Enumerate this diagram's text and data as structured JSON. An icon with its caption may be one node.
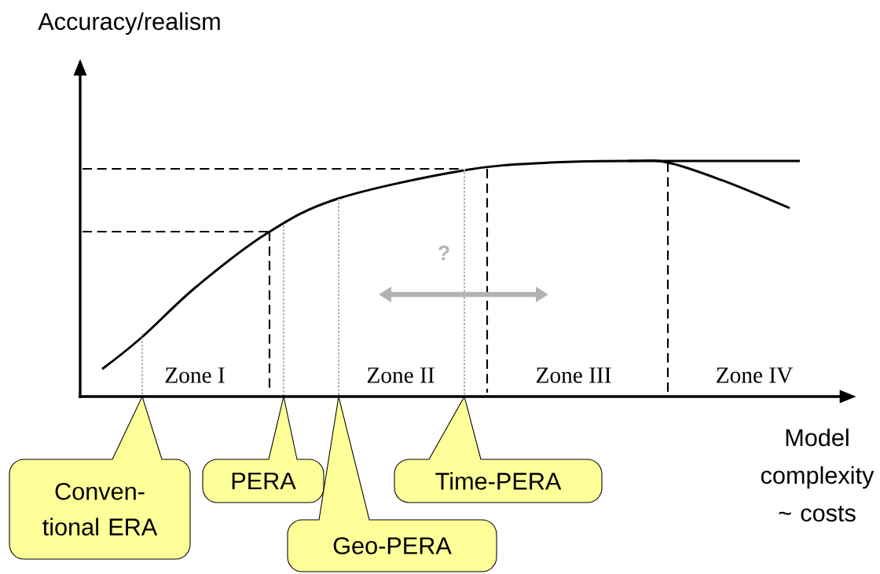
{
  "diagram": {
    "nodes": [
      {
        "text": [
          "Conven- tional ERA"
        ]
      },
      {
        "text": [
          "PERA"
        ]
      },
      {
        "text": [
          "Geo-PERA"
        ]
      },
      {
        "text": [
          "Time-PERA"
        ]
      }
    ],
    "labels": [
      "Accuracy/realism",
      "?",
      "Zone I",
      "Zone II",
      "Zone III",
      "Zone IV",
      "Model complexity ~ costs"
    ]
  }
}
